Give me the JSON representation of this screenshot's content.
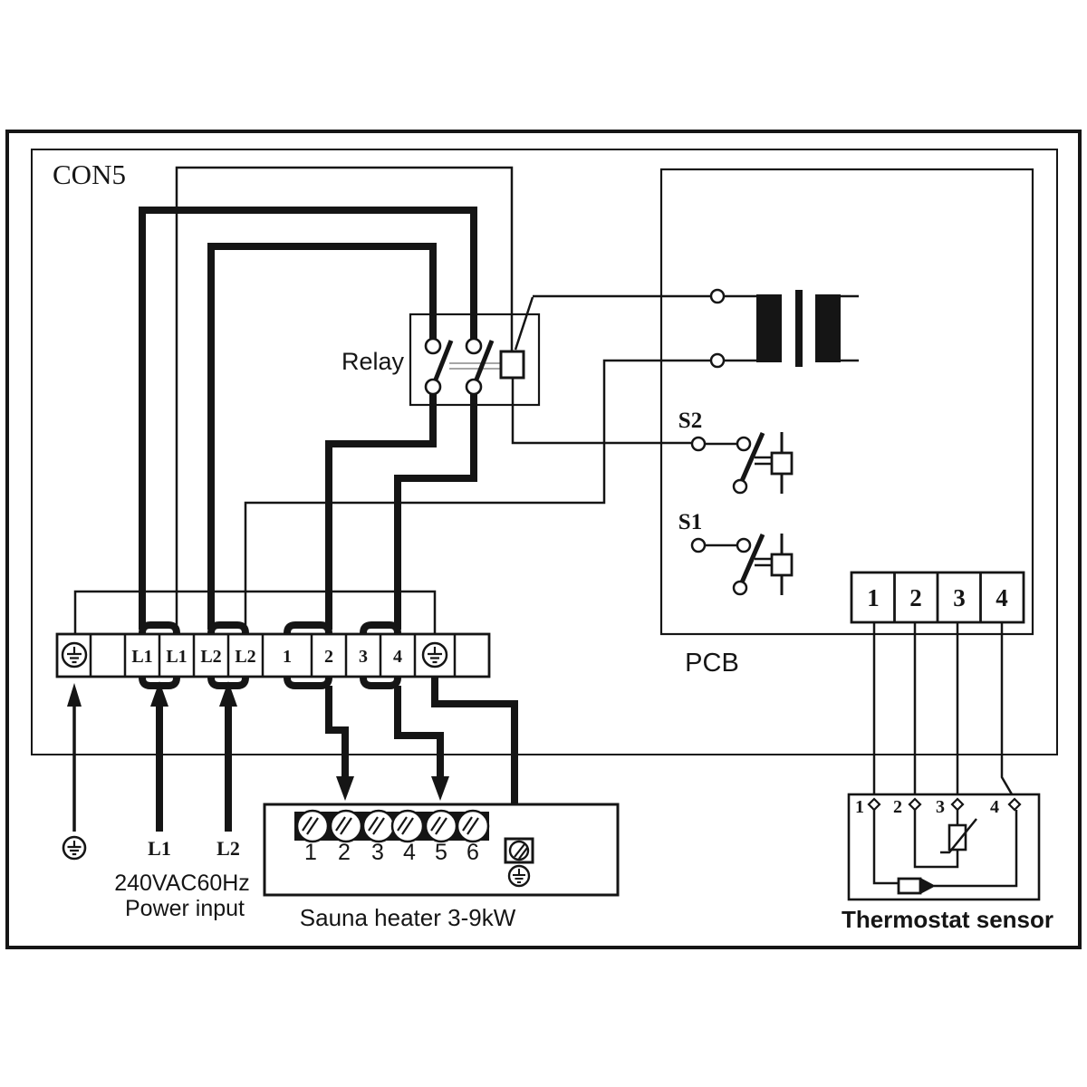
{
  "con5": {
    "label": "CON5"
  },
  "relay": {
    "label": "Relay"
  },
  "pcb": {
    "label": "PCB",
    "switch_s2_label": "S2",
    "switch_s1_label": "S1",
    "connector_labels": [
      "1",
      "2",
      "3",
      "4"
    ]
  },
  "terminal_block": {
    "labels": [
      "L1",
      "L1",
      "L2",
      "L2",
      "1",
      "2",
      "3",
      "4"
    ]
  },
  "power_input": {
    "l1_label": "L1",
    "l2_label": "L2",
    "voltage_line": "240VAC60Hz",
    "caption": "Power input"
  },
  "sauna_heater": {
    "terminal_labels": [
      "1",
      "2",
      "3",
      "4",
      "5",
      "6"
    ],
    "caption": "Sauna heater  3-9kW"
  },
  "thermostat": {
    "terminal_labels": [
      "1",
      "2",
      "3",
      "4"
    ],
    "caption": "Thermostat sensor"
  },
  "colors": {
    "ink": "#151515",
    "background": "#ffffff"
  }
}
